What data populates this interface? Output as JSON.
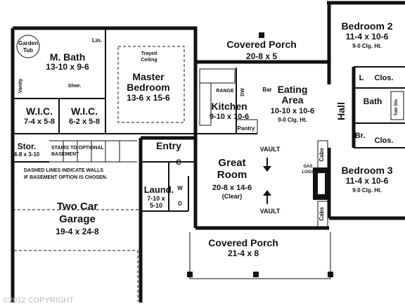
{
  "rooms": {
    "covered_porch_top": {
      "name": "Covered Porch",
      "size": "20-8 x 5"
    },
    "bedroom2": {
      "name": "Bedroom 2",
      "size": "11-4 x 10-6",
      "ceiling": "9-0 Clg. Ht."
    },
    "m_bath": {
      "name": "M. Bath",
      "size": "13-10 x 9-6"
    },
    "garden_tub": {
      "line1": "Garden",
      "line2": "Tub"
    },
    "lin": "Lin.",
    "vanity": "Vanity",
    "shwr": "Shwr.",
    "master": {
      "line1": "Master",
      "line2": "Bedroom",
      "size": "13-6 x 15-6"
    },
    "trayed": {
      "line1": "Trayed",
      "line2": "Ceiling"
    },
    "wic1": {
      "name": "W.I.C.",
      "size": "7-4 x 5-8"
    },
    "wic2": {
      "name": "W.I.C.",
      "size": "6-2 x 5-8"
    },
    "kitchen": {
      "name": "Kitchen",
      "size": "9-10 x 10-6",
      "range": "RANGE",
      "dw": "DW",
      "pantry": "Pantry",
      "bar": "Bar"
    },
    "eating": {
      "line1": "Eating",
      "line2": "Area",
      "size": "10-10 x 10-6",
      "ceiling": "9-0 Clg. Ht."
    },
    "hall": "Hall",
    "bath": {
      "name": "Bath",
      "tub": "Tub/ Shr."
    },
    "clos_a": "Clos.",
    "clos_b": "Clos.",
    "l": "L",
    "br": "Br.",
    "stor": {
      "name": "Stor.",
      "size": "4-8 x 3-10"
    },
    "stairs": {
      "line1": "STAIRS TO OPTIONAL",
      "line2": "BASEMENT"
    },
    "entry": "Entry",
    "c": "C",
    "great": {
      "line1": "Great",
      "line2": "Room",
      "size": "20-8 x 14-6",
      "clear": "(Clear)"
    },
    "vault_top": "VAULT",
    "vault_bottom": "VAULT",
    "gas_logs": {
      "line1": "GAS",
      "line2": "LOGS"
    },
    "cabs_top": "Cabs",
    "cabs_bottom": "Cabs",
    "bedroom3": {
      "name": "Bedroom 3",
      "size": "11-4 x 10-6",
      "ceiling": "9-0 Clg. Ht."
    },
    "dashed_note": {
      "line1": "DASHED LINES INDICATE WALLS",
      "line2": "IF BASEMENT OPTION IS CHOSEN."
    },
    "laund": {
      "name": "Laund.",
      "size": "7-10 x",
      "size2": "5-10",
      "w": "W",
      "d": "D"
    },
    "garage": {
      "line1": "Two Car",
      "line2": "Garage",
      "size": "19-4 x 24-8"
    },
    "covered_porch_bottom": {
      "name": "Covered Porch",
      "size": "21-4 x 8"
    }
  },
  "copyright": "©2012 COPYRIGHT"
}
